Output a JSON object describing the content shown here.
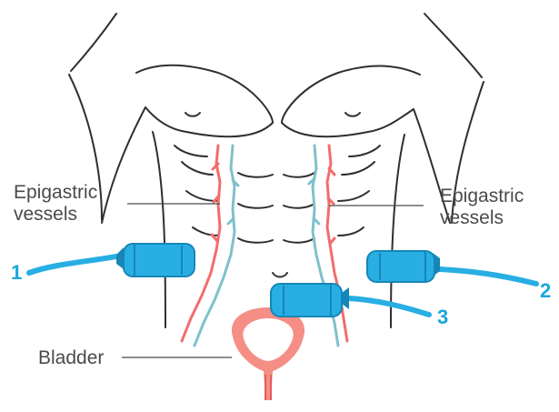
{
  "labels": {
    "epigastric_left_line1": "Epigastric",
    "epigastric_left_line2": "vessels",
    "epigastric_right_line1": "Epigastric",
    "epigastric_right_line2": "vessels",
    "bladder": "Bladder"
  },
  "probes": [
    {
      "number": "1"
    },
    {
      "number": "2"
    },
    {
      "number": "3"
    }
  ],
  "colors": {
    "outline": "#2f2f2f",
    "artery": "#f26d6d",
    "vein": "#7fc1c9",
    "probe": "#28aee3",
    "probe_dark": "#1686b8",
    "bladder": "#f58f86",
    "number": "#1aa6dc"
  }
}
